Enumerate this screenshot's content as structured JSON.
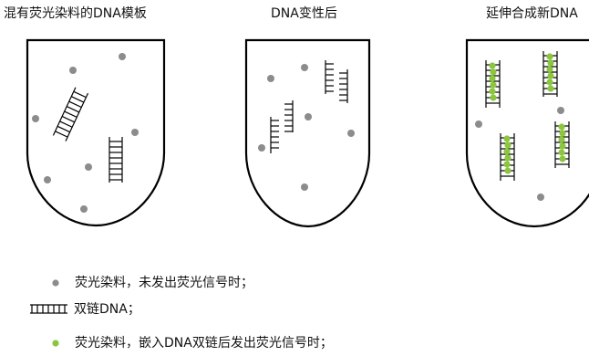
{
  "panels": [
    {
      "title": "混有荧光染料的DNA模板"
    },
    {
      "title": "DNA变性后"
    },
    {
      "title": "延伸合成新DNA"
    }
  ],
  "legend": [
    {
      "icon": "gray-dot-icon",
      "text": "荧光染料，未发出荧光信号时；"
    },
    {
      "icon": "double-strand-dna-icon",
      "text": "双链DNA；"
    },
    {
      "icon": "green-dot-icon",
      "text": "荧光染料，嵌入DNA双链后发出荧光信号时；"
    }
  ],
  "colors": {
    "dye_unbound": "#8c8c8c",
    "dye_bound": "#8cc63f",
    "outline": "#000000"
  }
}
